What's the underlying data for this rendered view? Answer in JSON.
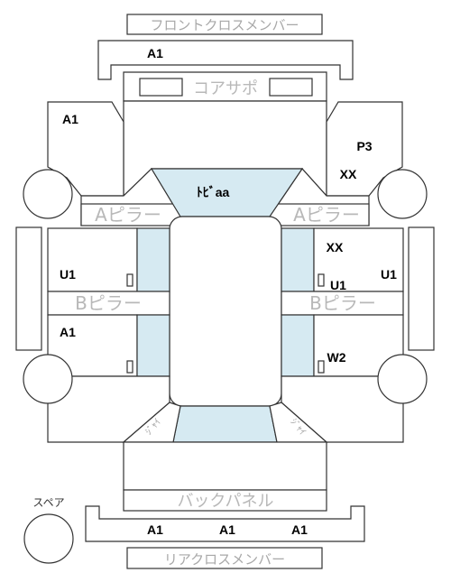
{
  "labels": {
    "front_cross_member": "フロントクロスメンバー",
    "core_support": "コアサポ",
    "a_pillar": "Aピラー",
    "b_pillar": "Bピラー",
    "back_panel": "バックパネル",
    "rear_cross_member": "リアクロスメンバー",
    "spare": "スペア",
    "roof": "ﾄﾋﾞaa",
    "corner": "ｼﾞｬｲ"
  },
  "codes": {
    "front_member": "A1",
    "front_left_fender": "A1",
    "front_right_top": "P3",
    "front_right_bottom": "XX",
    "left_front_door": "U1",
    "left_side_sill": "",
    "left_rear_door": "A1",
    "right_front_door_top": "XX",
    "right_front_door_bottom": "U1",
    "right_side_sill": "U1",
    "right_rear_door": "W2",
    "rear_member_left": "A1",
    "rear_member_center": "A1",
    "rear_member_right": "A1"
  },
  "colors": {
    "glass": "#d6eaf2",
    "line": "#333333",
    "label_gray": "#b8b8b8"
  }
}
